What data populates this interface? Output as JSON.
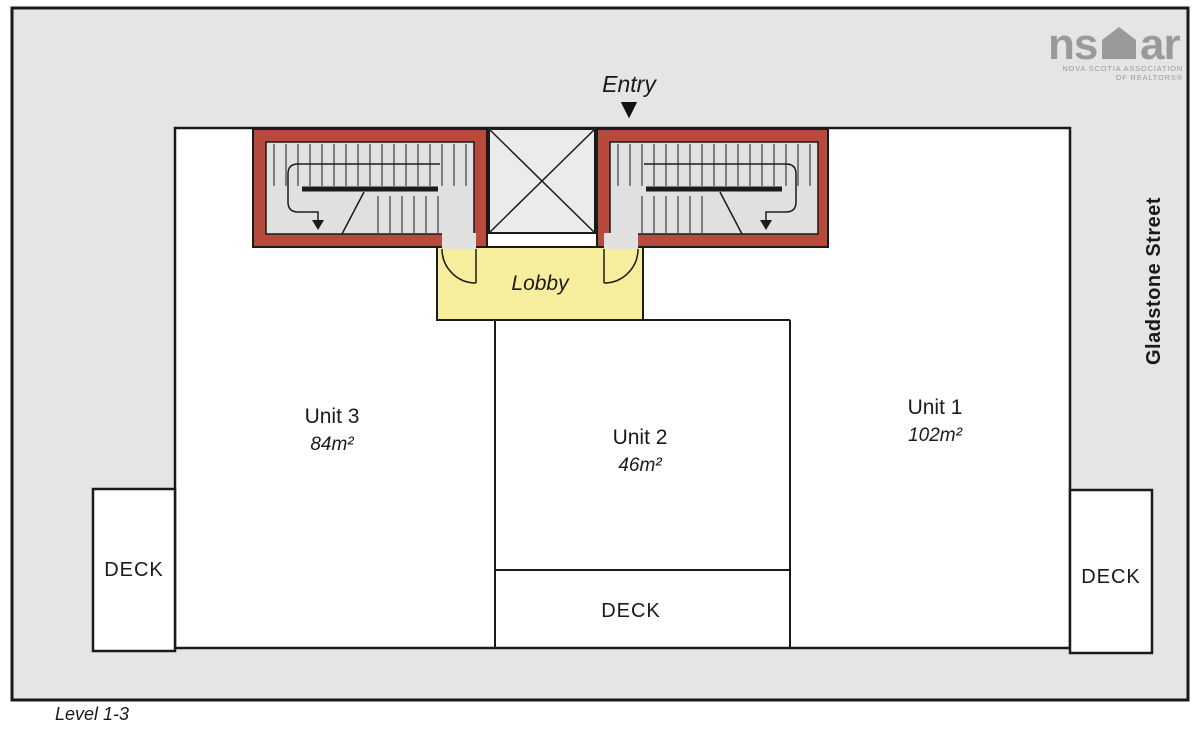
{
  "plan": {
    "entry_label": "Entry",
    "lobby_label": "Lobby",
    "street_label": "Gladstone Street",
    "level_label": "Level 1-3",
    "units": [
      {
        "name": "Unit 3",
        "area": "84m²"
      },
      {
        "name": "Unit 2",
        "area": "46m²"
      },
      {
        "name": "Unit 1",
        "area": "102m²"
      }
    ],
    "decks": {
      "left": "DECK",
      "bottom": "DECK",
      "right": "DECK"
    }
  },
  "logo": {
    "text_left": "ns",
    "text_right": "ar",
    "subtitle_line1": "NOVA SCOTIA ASSOCIATION",
    "subtitle_line2": "OF REALTORS®"
  },
  "icons": {
    "entry_arrow_down": "▼"
  },
  "colors": {
    "background": "#e5e5e5",
    "wall_red": "#b7493d",
    "lobby_yellow": "#f6ee9d",
    "stair_floor": "#e0e0e0",
    "elevator_floor": "#ebebeb",
    "line": "#1a1a1a",
    "logo_gray": "#9a9a9a"
  }
}
